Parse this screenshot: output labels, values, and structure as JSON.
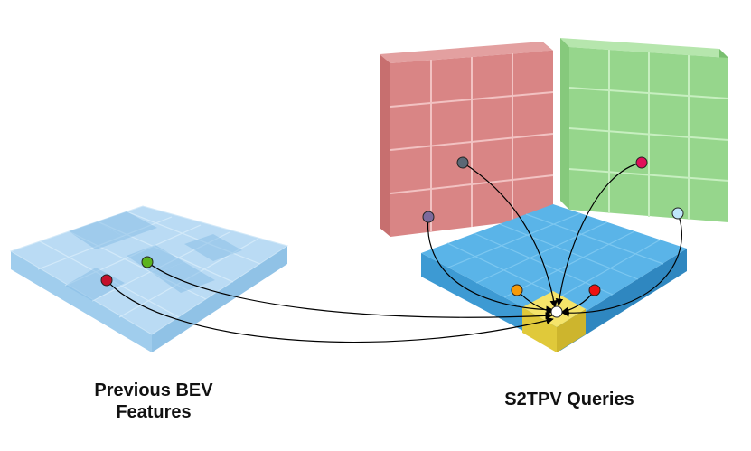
{
  "labels": {
    "left_line1": "Previous BEV",
    "left_line2": "Features",
    "right": "S2TPV Queries"
  },
  "colors": {
    "bev_previous": "#a9d3f2",
    "bev_current": "#5ab4e8",
    "plane_red": "#d98585",
    "plane_green": "#96d68c",
    "target_cell": "#eedb55",
    "point_green": "#5cb31f",
    "point_red": "#c4102b",
    "point_slate": "#5b6875",
    "point_purple": "#7d6a9c",
    "point_magenta": "#e0105a",
    "point_lightblue": "#bfe6fb",
    "point_orange": "#f59a0a",
    "point_red_bright": "#ef1010",
    "point_target": "#ffffff",
    "arrow": "#000000"
  }
}
